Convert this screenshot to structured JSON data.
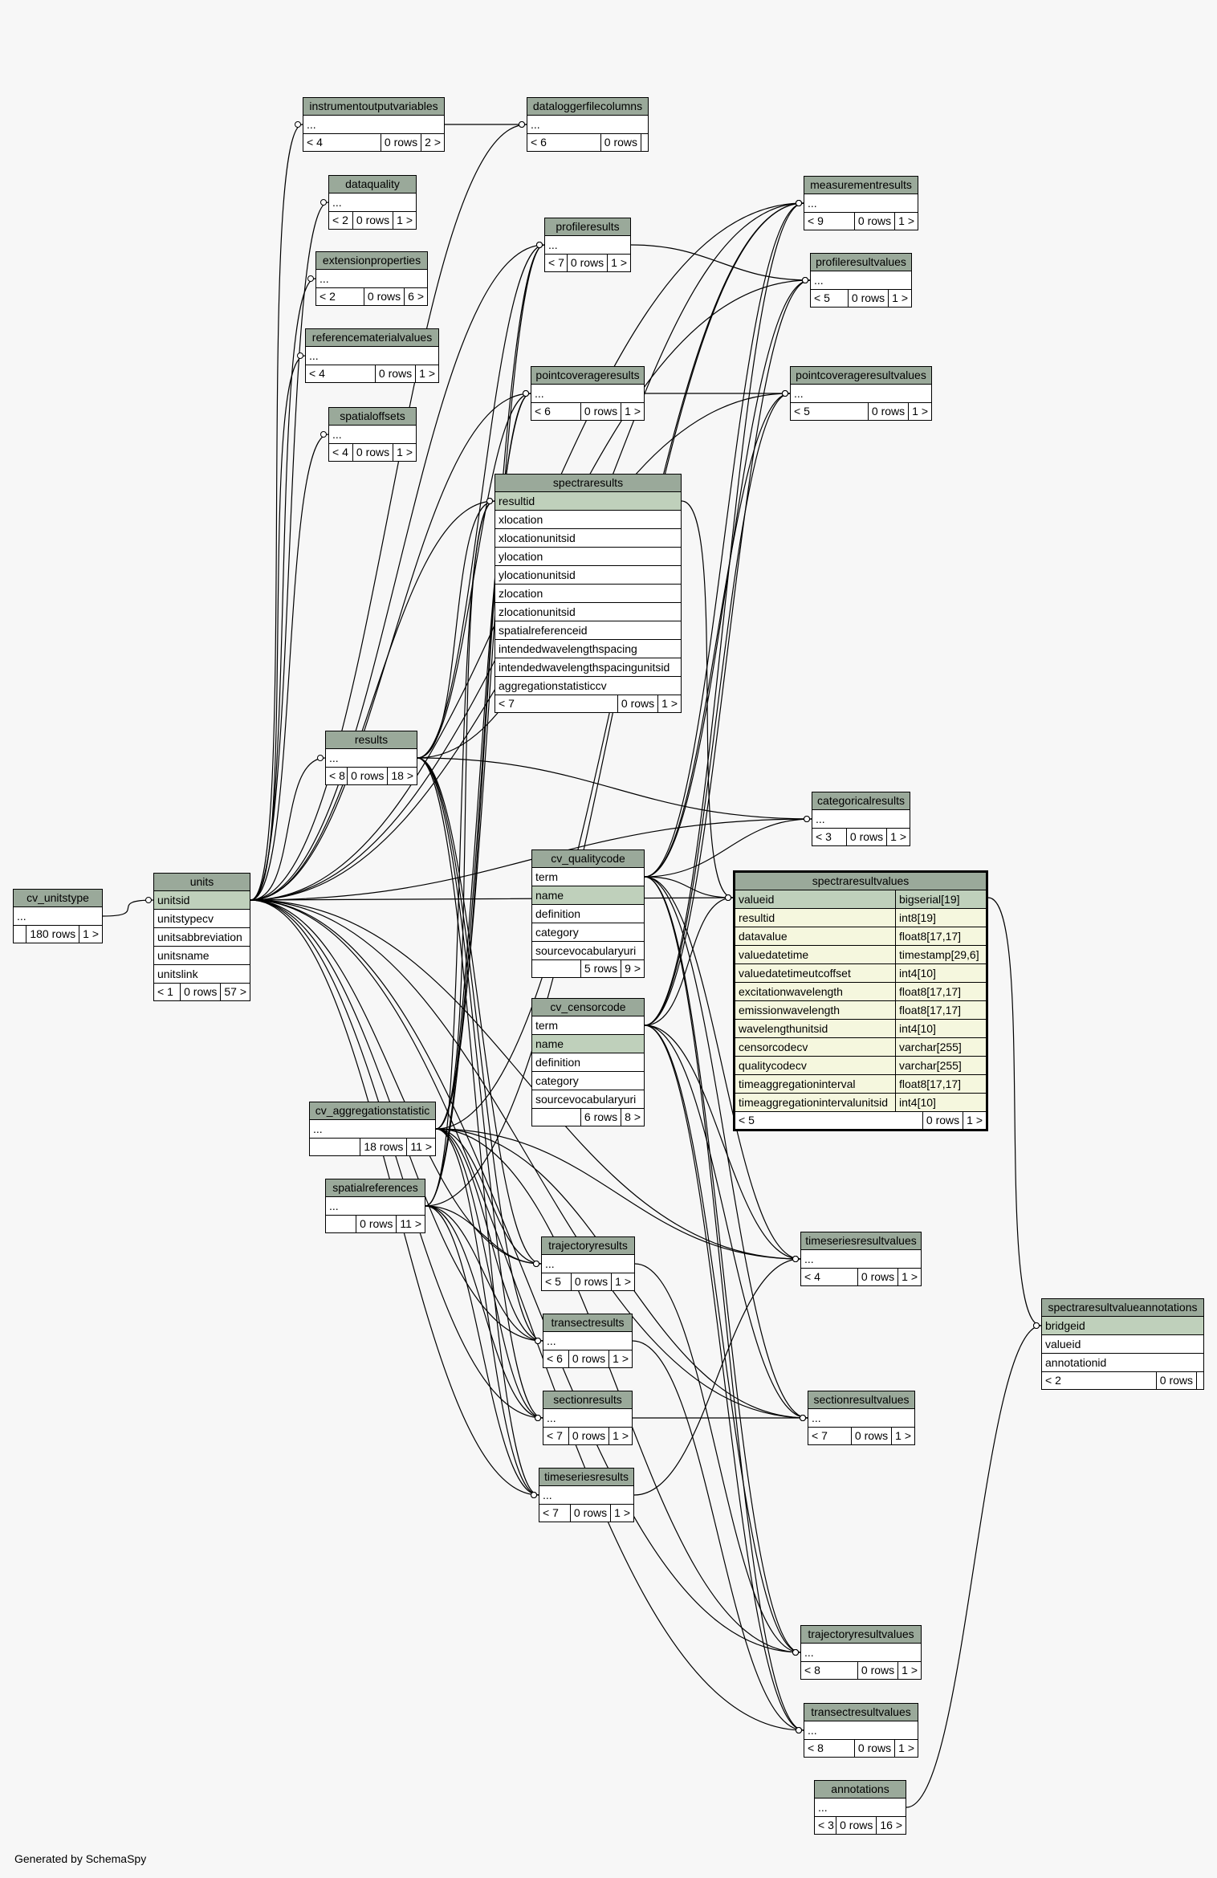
{
  "footer": "Generated by SchemaSpy",
  "tables": {
    "cv_unitstype": {
      "title": "cv_unitstype",
      "rows": [
        {
          "n": "..."
        }
      ],
      "foot": {
        "parents": "",
        "rows": "180 rows",
        "children": "1 >"
      }
    },
    "units": {
      "title": "units",
      "rows": [
        {
          "n": "unitsid",
          "k": "pk"
        },
        {
          "n": "unitstypecv"
        },
        {
          "n": "unitsabbreviation"
        },
        {
          "n": "unitsname"
        },
        {
          "n": "unitslink"
        }
      ],
      "foot": {
        "parents": "< 1",
        "rows": "0 rows",
        "children": "57 >"
      }
    },
    "instrumentoutputvariables": {
      "title": "instrumentoutputvariables",
      "rows": [
        {
          "n": "..."
        }
      ],
      "foot": {
        "parents": "< 4",
        "rows": "0 rows",
        "children": "2 >"
      }
    },
    "dataloggerfilecolumns": {
      "title": "dataloggerfilecolumns",
      "rows": [
        {
          "n": "..."
        }
      ],
      "foot": {
        "parents": "< 6",
        "rows": "0 rows",
        "children": ""
      }
    },
    "measurementresults": {
      "title": "measurementresults",
      "rows": [
        {
          "n": "..."
        }
      ],
      "foot": {
        "parents": "< 9",
        "rows": "0 rows",
        "children": "1 >"
      }
    },
    "dataquality": {
      "title": "dataquality",
      "rows": [
        {
          "n": "..."
        }
      ],
      "foot": {
        "parents": "< 2",
        "rows": "0 rows",
        "children": "1 >"
      }
    },
    "profileresults": {
      "title": "profileresults",
      "rows": [
        {
          "n": "..."
        }
      ],
      "foot": {
        "parents": "< 7",
        "rows": "0 rows",
        "children": "1 >"
      }
    },
    "profileresultvalues": {
      "title": "profileresultvalues",
      "rows": [
        {
          "n": "..."
        }
      ],
      "foot": {
        "parents": "< 5",
        "rows": "0 rows",
        "children": "1 >"
      }
    },
    "extensionproperties": {
      "title": "extensionproperties",
      "rows": [
        {
          "n": "..."
        }
      ],
      "foot": {
        "parents": "< 2",
        "rows": "0 rows",
        "children": "6 >"
      }
    },
    "referencematerialvalues": {
      "title": "referencematerialvalues",
      "rows": [
        {
          "n": "..."
        }
      ],
      "foot": {
        "parents": "< 4",
        "rows": "0 rows",
        "children": "1 >"
      }
    },
    "pointcoverageresults": {
      "title": "pointcoverageresults",
      "rows": [
        {
          "n": "..."
        }
      ],
      "foot": {
        "parents": "< 6",
        "rows": "0 rows",
        "children": "1 >"
      }
    },
    "pointcoverageresultvalues": {
      "title": "pointcoverageresultvalues",
      "rows": [
        {
          "n": "..."
        }
      ],
      "foot": {
        "parents": "< 5",
        "rows": "0 rows",
        "children": "1 >"
      }
    },
    "spatialoffsets": {
      "title": "spatialoffsets",
      "rows": [
        {
          "n": "..."
        }
      ],
      "foot": {
        "parents": "< 4",
        "rows": "0 rows",
        "children": "1 >"
      }
    },
    "spectraresults": {
      "title": "spectraresults",
      "rows": [
        {
          "n": "resultid",
          "k": "pk"
        },
        {
          "n": "xlocation"
        },
        {
          "n": "xlocationunitsid"
        },
        {
          "n": "ylocation"
        },
        {
          "n": "ylocationunitsid"
        },
        {
          "n": "zlocation"
        },
        {
          "n": "zlocationunitsid"
        },
        {
          "n": "spatialreferenceid"
        },
        {
          "n": "intendedwavelengthspacing"
        },
        {
          "n": "intendedwavelengthspacingunitsid"
        },
        {
          "n": "aggregationstatisticcv"
        }
      ],
      "foot": {
        "parents": "< 7",
        "rows": "0 rows",
        "children": "1 >"
      }
    },
    "results": {
      "title": "results",
      "rows": [
        {
          "n": "..."
        }
      ],
      "foot": {
        "parents": "< 8",
        "rows": "0 rows",
        "children": "18 >"
      }
    },
    "categoricalresults": {
      "title": "categoricalresults",
      "rows": [
        {
          "n": "..."
        }
      ],
      "foot": {
        "parents": "< 3",
        "rows": "0 rows",
        "children": "1 >"
      }
    },
    "cv_qualitycode": {
      "title": "cv_qualitycode",
      "rows": [
        {
          "n": "term"
        },
        {
          "n": "name",
          "k": "pk"
        },
        {
          "n": "definition"
        },
        {
          "n": "category"
        },
        {
          "n": "sourcevocabularyuri"
        }
      ],
      "foot": {
        "parents": "",
        "rows": "5 rows",
        "children": "9 >"
      }
    },
    "spectraresultvalues": {
      "title": "spectraresultvalues",
      "rows": [
        {
          "n": "valueid",
          "t": "bigserial[19]",
          "k": "pk"
        },
        {
          "n": "resultid",
          "t": "int8[19]",
          "k": "fl"
        },
        {
          "n": "datavalue",
          "t": "float8[17,17]",
          "k": "fl"
        },
        {
          "n": "valuedatetime",
          "t": "timestamp[29,6]",
          "k": "fl"
        },
        {
          "n": "valuedatetimeutcoffset",
          "t": "int4[10]",
          "k": "fl"
        },
        {
          "n": "excitationwavelength",
          "t": "float8[17,17]",
          "k": "fl"
        },
        {
          "n": "emissionwavelength",
          "t": "float8[17,17]",
          "k": "fl"
        },
        {
          "n": "wavelengthunitsid",
          "t": "int4[10]",
          "k": "fl"
        },
        {
          "n": "censorcodecv",
          "t": "varchar[255]",
          "k": "fl"
        },
        {
          "n": "qualitycodecv",
          "t": "varchar[255]",
          "k": "fl"
        },
        {
          "n": "timeaggregationinterval",
          "t": "float8[17,17]",
          "k": "fl"
        },
        {
          "n": "timeaggregationintervalunitsid",
          "t": "int4[10]",
          "k": "fl"
        }
      ],
      "foot": {
        "parents": "< 5",
        "rows": "0 rows",
        "children": "1 >"
      }
    },
    "cv_censorcode": {
      "title": "cv_censorcode",
      "rows": [
        {
          "n": "term"
        },
        {
          "n": "name",
          "k": "pk"
        },
        {
          "n": "definition"
        },
        {
          "n": "category"
        },
        {
          "n": "sourcevocabularyuri"
        }
      ],
      "foot": {
        "parents": "",
        "rows": "6 rows",
        "children": "8 >"
      }
    },
    "cv_aggregationstatistic": {
      "title": "cv_aggregationstatistic",
      "rows": [
        {
          "n": "..."
        }
      ],
      "foot": {
        "parents": "",
        "rows": "18 rows",
        "children": "11 >"
      }
    },
    "spatialreferences": {
      "title": "spatialreferences",
      "rows": [
        {
          "n": "..."
        }
      ],
      "foot": {
        "parents": "",
        "rows": "0 rows",
        "children": "11 >"
      }
    },
    "timeseriesresultvalues": {
      "title": "timeseriesresultvalues",
      "rows": [
        {
          "n": "..."
        }
      ],
      "foot": {
        "parents": "< 4",
        "rows": "0 rows",
        "children": "1 >"
      }
    },
    "spectraresultvalueannotations": {
      "title": "spectraresultvalueannotations",
      "rows": [
        {
          "n": "bridgeid",
          "k": "pk"
        },
        {
          "n": "valueid"
        },
        {
          "n": "annotationid"
        }
      ],
      "foot": {
        "parents": "< 2",
        "rows": "0 rows",
        "children": ""
      }
    },
    "trajectoryresults": {
      "title": "trajectoryresults",
      "rows": [
        {
          "n": "..."
        }
      ],
      "foot": {
        "parents": "< 5",
        "rows": "0 rows",
        "children": "1 >"
      }
    },
    "transectresults": {
      "title": "transectresults",
      "rows": [
        {
          "n": "..."
        }
      ],
      "foot": {
        "parents": "< 6",
        "rows": "0 rows",
        "children": "1 >"
      }
    },
    "sectionresults": {
      "title": "sectionresults",
      "rows": [
        {
          "n": "..."
        }
      ],
      "foot": {
        "parents": "< 7",
        "rows": "0 rows",
        "children": "1 >"
      }
    },
    "sectionresultvalues": {
      "title": "sectionresultvalues",
      "rows": [
        {
          "n": "..."
        }
      ],
      "foot": {
        "parents": "< 7",
        "rows": "0 rows",
        "children": "1 >"
      }
    },
    "timeseriesresults": {
      "title": "timeseriesresults",
      "rows": [
        {
          "n": "..."
        }
      ],
      "foot": {
        "parents": "< 7",
        "rows": "0 rows",
        "children": "1 >"
      }
    },
    "trajectoryresultvalues": {
      "title": "trajectoryresultvalues",
      "rows": [
        {
          "n": "..."
        }
      ],
      "foot": {
        "parents": "< 8",
        "rows": "0 rows",
        "children": "1 >"
      }
    },
    "transectresultvalues": {
      "title": "transectresultvalues",
      "rows": [
        {
          "n": "..."
        }
      ],
      "foot": {
        "parents": "< 8",
        "rows": "0 rows",
        "children": "1 >"
      }
    },
    "annotations": {
      "title": "annotations",
      "rows": [
        {
          "n": "..."
        }
      ],
      "foot": {
        "parents": "< 3",
        "rows": "0 rows",
        "children": "16 >"
      }
    }
  },
  "relationships": [
    [
      "cv_unitstype",
      "units"
    ],
    [
      "units",
      "instrumentoutputvariables"
    ],
    [
      "units",
      "dataloggerfilecolumns"
    ],
    [
      "units",
      "measurementresults"
    ],
    [
      "units",
      "dataquality"
    ],
    [
      "units",
      "profileresults"
    ],
    [
      "units",
      "profileresultvalues"
    ],
    [
      "units",
      "extensionproperties"
    ],
    [
      "units",
      "referencematerialvalues"
    ],
    [
      "units",
      "pointcoverageresults"
    ],
    [
      "units",
      "pointcoverageresultvalues"
    ],
    [
      "units",
      "spatialoffsets"
    ],
    [
      "units",
      "spectraresults"
    ],
    [
      "units",
      "results"
    ],
    [
      "units",
      "categoricalresults"
    ],
    [
      "units",
      "spectraresultvalues"
    ],
    [
      "units",
      "timeseriesresultvalues"
    ],
    [
      "units",
      "trajectoryresults"
    ],
    [
      "units",
      "transectresults"
    ],
    [
      "units",
      "sectionresults"
    ],
    [
      "units",
      "sectionresultvalues"
    ],
    [
      "units",
      "timeseriesresults"
    ],
    [
      "units",
      "trajectoryresultvalues"
    ],
    [
      "units",
      "transectresultvalues"
    ],
    [
      "instrumentoutputvariables",
      "dataloggerfilecolumns"
    ],
    [
      "results",
      "measurementresults"
    ],
    [
      "results",
      "profileresults"
    ],
    [
      "results",
      "pointcoverageresults"
    ],
    [
      "results",
      "spectraresults"
    ],
    [
      "results",
      "categoricalresults"
    ],
    [
      "results",
      "trajectoryresults"
    ],
    [
      "results",
      "transectresults"
    ],
    [
      "results",
      "sectionresults"
    ],
    [
      "results",
      "timeseriesresults"
    ],
    [
      "profileresults",
      "profileresultvalues"
    ],
    [
      "pointcoverageresults",
      "pointcoverageresultvalues"
    ],
    [
      "spectraresults",
      "spectraresultvalues"
    ],
    [
      "trajectoryresults",
      "trajectoryresultvalues"
    ],
    [
      "transectresults",
      "transectresultvalues"
    ],
    [
      "sectionresults",
      "sectionresultvalues"
    ],
    [
      "timeseriesresults",
      "timeseriesresultvalues"
    ],
    [
      "cv_qualitycode",
      "measurementresults"
    ],
    [
      "cv_qualitycode",
      "profileresultvalues"
    ],
    [
      "cv_qualitycode",
      "pointcoverageresultvalues"
    ],
    [
      "cv_qualitycode",
      "spectraresultvalues"
    ],
    [
      "cv_qualitycode",
      "categoricalresults"
    ],
    [
      "cv_qualitycode",
      "timeseriesresultvalues"
    ],
    [
      "cv_qualitycode",
      "sectionresultvalues"
    ],
    [
      "cv_qualitycode",
      "trajectoryresultvalues"
    ],
    [
      "cv_qualitycode",
      "transectresultvalues"
    ],
    [
      "cv_censorcode",
      "measurementresults"
    ],
    [
      "cv_censorcode",
      "profileresultvalues"
    ],
    [
      "cv_censorcode",
      "pointcoverageresultvalues"
    ],
    [
      "cv_censorcode",
      "spectraresultvalues"
    ],
    [
      "cv_censorcode",
      "timeseriesresultvalues"
    ],
    [
      "cv_censorcode",
      "sectionresultvalues"
    ],
    [
      "cv_censorcode",
      "trajectoryresultvalues"
    ],
    [
      "cv_censorcode",
      "transectresultvalues"
    ],
    [
      "cv_aggregationstatistic",
      "measurementresults"
    ],
    [
      "cv_aggregationstatistic",
      "profileresults"
    ],
    [
      "cv_aggregationstatistic",
      "pointcoverageresults"
    ],
    [
      "cv_aggregationstatistic",
      "spectraresults"
    ],
    [
      "cv_aggregationstatistic",
      "trajectoryresults"
    ],
    [
      "cv_aggregationstatistic",
      "transectresults"
    ],
    [
      "cv_aggregationstatistic",
      "sectionresults"
    ],
    [
      "cv_aggregationstatistic",
      "timeseriesresults"
    ],
    [
      "cv_aggregationstatistic",
      "timeseriesresultvalues"
    ],
    [
      "cv_aggregationstatistic",
      "sectionresultvalues"
    ],
    [
      "cv_aggregationstatistic",
      "trajectoryresultvalues"
    ],
    [
      "spatialreferences",
      "profileresults"
    ],
    [
      "spatialreferences",
      "pointcoverageresults"
    ],
    [
      "spatialreferences",
      "spectraresults"
    ],
    [
      "spatialreferences",
      "trajectoryresults"
    ],
    [
      "spatialreferences",
      "transectresults"
    ],
    [
      "spatialreferences",
      "sectionresults"
    ],
    [
      "spatialreferences",
      "timeseriesresults"
    ],
    [
      "spatialreferences",
      "measurementresults"
    ],
    [
      "spectraresultvalues",
      "spectraresultvalueannotations"
    ],
    [
      "annotations",
      "spectraresultvalueannotations"
    ]
  ]
}
